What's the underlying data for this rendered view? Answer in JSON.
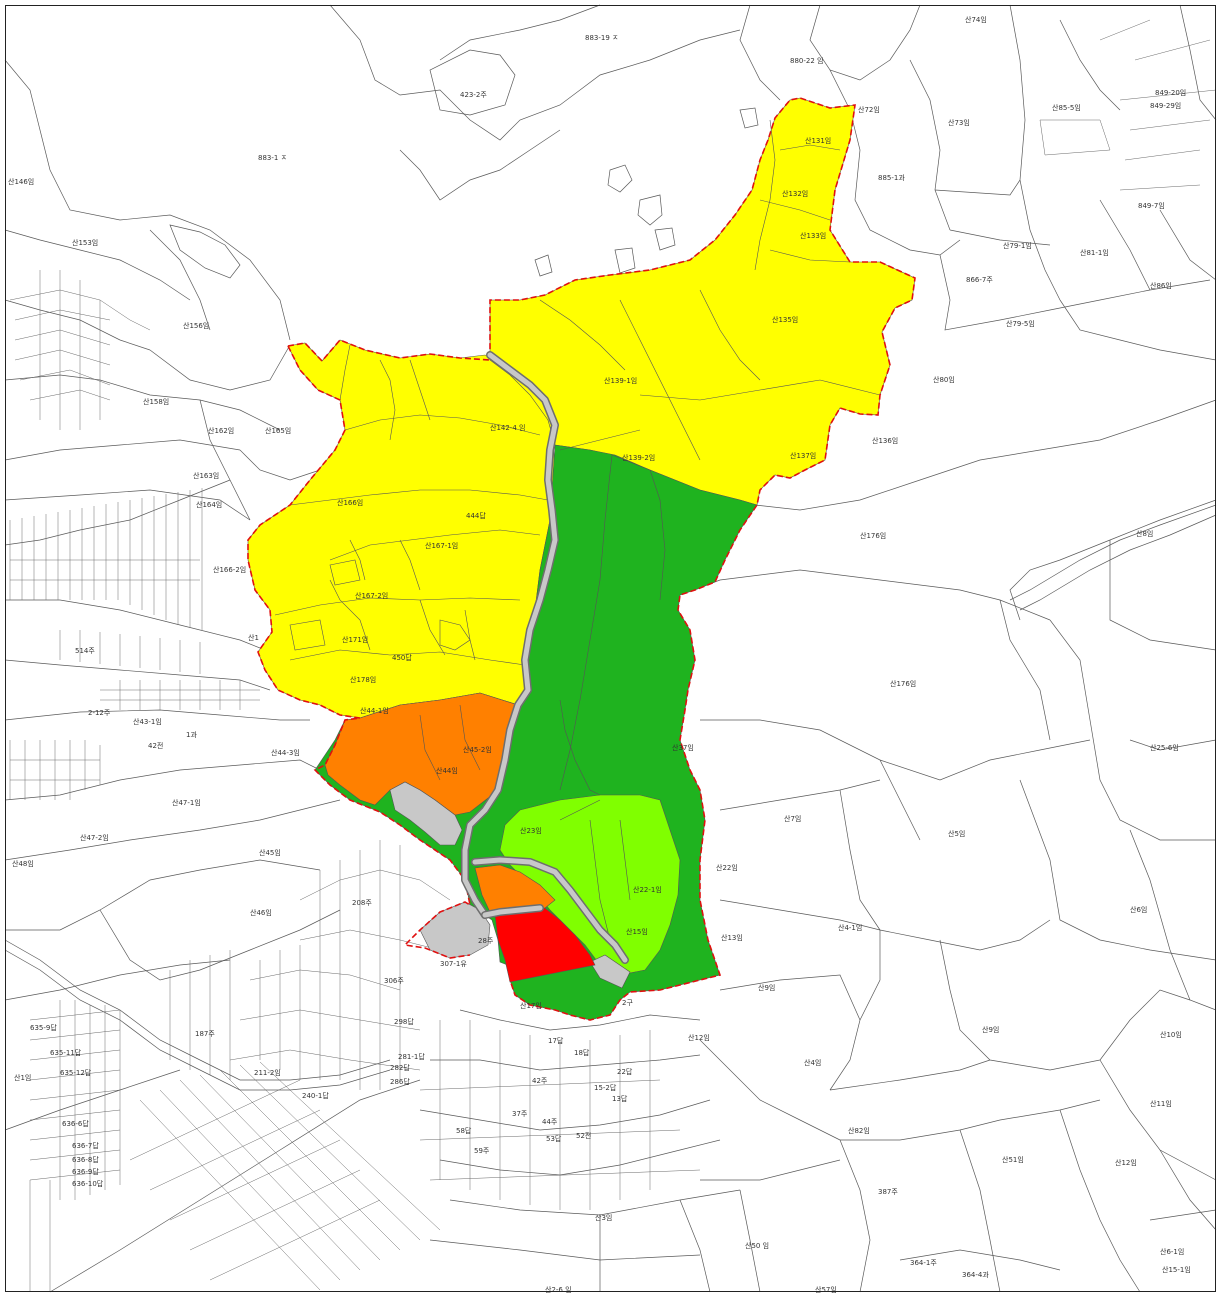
{
  "map": {
    "colors": {
      "yellow_zone": "#ffff00",
      "dark_green_zone": "#1fb31f",
      "light_green_zone": "#80ff00",
      "orange_zone": "#ff8000",
      "red_zone": "#ff0000",
      "gray_zone": "#c8c8c8",
      "boundary": "#e01010",
      "parcel_lines": "#5a5a5a"
    },
    "labels": {
      "l001": "883-19 ㅈ",
      "l002": "880-22 임",
      "l003": "423-2주",
      "l004": "883-1 ㅈ",
      "l005": "산74임",
      "l006": "산72임",
      "l007": "산73임",
      "l008": "산131임",
      "l009": "산132임",
      "l010": "산133임",
      "l011": "산135임",
      "l012": "산139-1임",
      "l013": "산142-4 임",
      "l014": "산139-2임",
      "l015": "산137임",
      "l016": "산136임",
      "l017": "산80임",
      "l018": "산79-1임",
      "l019": "866-7주",
      "l020": "산79-5임",
      "l021": "849-20임",
      "l022": "849-29임",
      "l023": "산85-5임",
      "l024": "849-7임",
      "l025": "산81-1임",
      "l026": "산86임",
      "l027": "885-1과",
      "l028": "산146임",
      "l029": "산153임",
      "l030": "산156임",
      "l031": "산158임",
      "l032": "산162임",
      "l033": "산165임",
      "l034": "산163임",
      "l035": "산164임",
      "l036": "산166임",
      "l037": "444답",
      "l038": "산167-1임",
      "l039": "산167-2임",
      "l040": "산166-2임",
      "l041": "산171임",
      "l042": "450답",
      "l043": "산178임",
      "l044": "산176임",
      "l045": "산1",
      "l046": "514주",
      "l047": "2-12주",
      "l048": "산43-1임",
      "l049": "42전",
      "l050": "1과",
      "l051": "산44-1임",
      "l052": "산44-3임",
      "l053": "산45-2임",
      "l054": "산47-1임",
      "l055": "산47-2임",
      "l056": "산48임",
      "l057": "산45임",
      "l058": "산46임",
      "l059": "산44임",
      "l060": "산37임",
      "l061": "산23임",
      "l062": "산22-1임",
      "l063": "산22임",
      "l064": "산15임",
      "l065": "산13임",
      "l066": "산17임",
      "l067": "2구",
      "l068": "28주",
      "l069": "307-1유",
      "l070": "306주",
      "l071": "298답",
      "l072": "281-1답",
      "l073": "282답",
      "l074": "286답",
      "l075": "208주",
      "l076": "211-2임",
      "l077": "240-1답",
      "l078": "187주",
      "l079": "635-9답",
      "l080": "635-11답",
      "l081": "635-12답",
      "l082": "636-6답",
      "l083": "636-7답",
      "l084": "636-8답",
      "l085": "636-9답",
      "l086": "636-10답",
      "l087": "산7임",
      "l088": "산5임",
      "l089": "산176임",
      "l090": "산9임",
      "l091": "산4-1임",
      "l092": "산9임",
      "l093": "산6임",
      "l094": "산10임",
      "l095": "산11임",
      "l096": "산12임",
      "l097": "산12임",
      "l098": "산4임",
      "l099": "산82임",
      "l100": "산51임",
      "l101": "산3임",
      "l102": "산50 임",
      "l103": "산57임",
      "l104": "산2-6 임",
      "l105": "387주",
      "l106": "364-1주",
      "l107": "364-4과",
      "l108": "산6-1임",
      "l109": "산15-1임",
      "l110": "산8임",
      "l111": "산25-6임",
      "l112": "산1임",
      "l113": "17답",
      "l114": "18답",
      "l115": "22답",
      "l116": "15-2답",
      "l117": "13답",
      "l118": "42주",
      "l119": "37주",
      "l120": "44주",
      "l121": "53답",
      "l122": "52전",
      "l123": "58답",
      "l124": "59주"
    }
  }
}
